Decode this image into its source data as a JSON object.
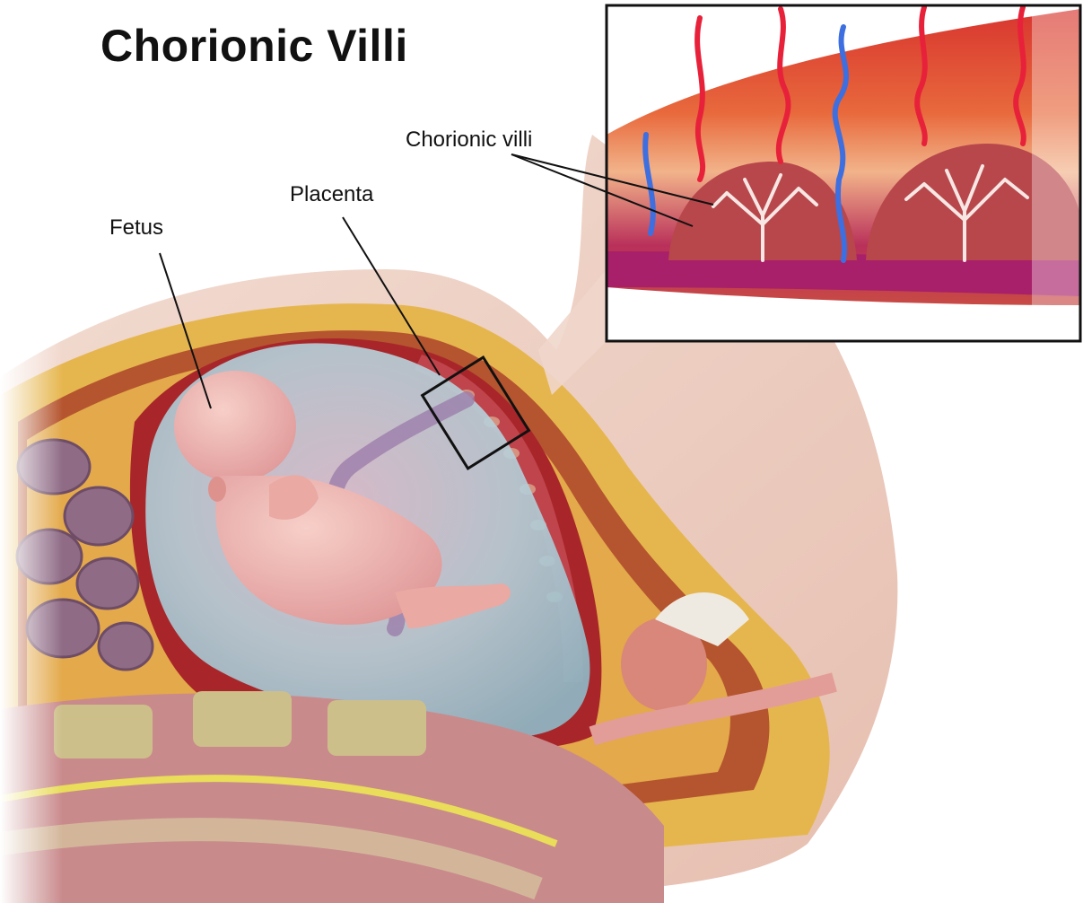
{
  "title": "Chorionic Villi",
  "labels": {
    "fetus": "Fetus",
    "placenta": "Placenta",
    "chorionic_villi": "Chorionic villi"
  }
}
